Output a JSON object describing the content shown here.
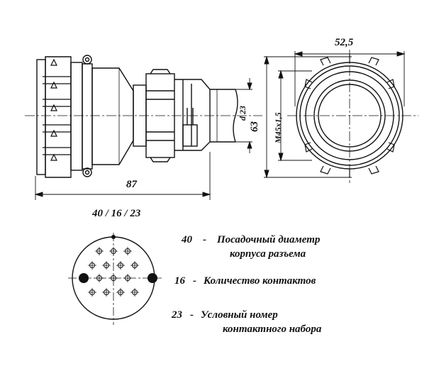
{
  "dimensions": {
    "length": "87",
    "width": "52,5",
    "height": "63",
    "thread": "M45x1,5",
    "diameter": "d 23"
  },
  "code": "40 / 16 / 23",
  "legend": [
    {
      "num": "40",
      "dash": "-",
      "line1": "Посадочный диаметр",
      "line2": "корпуса разъема"
    },
    {
      "num": "16",
      "dash": "-",
      "line1": "Количество контактов",
      "line2": ""
    },
    {
      "num": "23",
      "dash": "-",
      "line1": "Условный номер",
      "line2": "контактного набора"
    }
  ],
  "contacts": {
    "total": 16,
    "large": 2,
    "small": 14
  }
}
